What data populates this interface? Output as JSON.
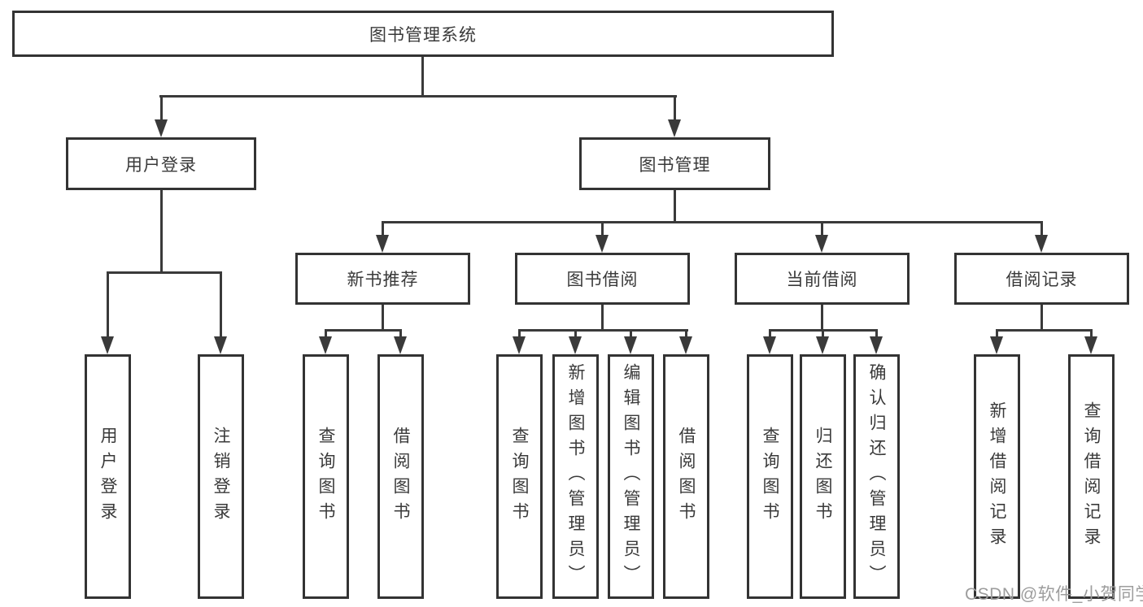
{
  "root": {
    "label": "图书管理系统"
  },
  "level2": [
    {
      "id": "user-login",
      "label": "用户登录"
    },
    {
      "id": "book-management",
      "label": "图书管理"
    }
  ],
  "level3": [
    {
      "id": "new-book-recommend",
      "label": "新书推荐"
    },
    {
      "id": "book-borrowing",
      "label": "图书借阅"
    },
    {
      "id": "current-borrowing",
      "label": "当前借阅"
    },
    {
      "id": "borrowing-records",
      "label": "借阅记录"
    }
  ],
  "leaves": [
    {
      "id": "user-login-leaf",
      "parent": "user-login",
      "label": "用户登录"
    },
    {
      "id": "logout",
      "parent": "user-login",
      "label": "注销登录"
    },
    {
      "id": "query-book-1",
      "parent": "new-book-recommend",
      "label": "查询图书"
    },
    {
      "id": "borrow-book-1",
      "parent": "new-book-recommend",
      "label": "借阅图书"
    },
    {
      "id": "query-book-2",
      "parent": "book-borrowing",
      "label": "查询图书"
    },
    {
      "id": "add-book-admin",
      "parent": "book-borrowing",
      "label": "新增图书（管理员）"
    },
    {
      "id": "edit-book-admin",
      "parent": "book-borrowing",
      "label": "编辑图书（管理员）"
    },
    {
      "id": "borrow-book-2",
      "parent": "book-borrowing",
      "label": "借阅图书"
    },
    {
      "id": "query-book-3",
      "parent": "current-borrowing",
      "label": "查询图书"
    },
    {
      "id": "return-book",
      "parent": "current-borrowing",
      "label": "归还图书"
    },
    {
      "id": "confirm-return-admin",
      "parent": "current-borrowing",
      "label": "确认归还（管理员）"
    },
    {
      "id": "add-borrow-record",
      "parent": "borrowing-records",
      "label": "新增借阅记录"
    },
    {
      "id": "query-borrow-record",
      "parent": "borrowing-records",
      "label": "查询借阅记录"
    }
  ],
  "watermark": {
    "text": "CSDN @软件_小贺同学"
  },
  "colors": {
    "line": "#3a3a3a",
    "border": "#333333",
    "fill": "#ffffff",
    "text": "#3a3a3a",
    "wm": "#9d9d9d",
    "bg": "#ffffff"
  }
}
